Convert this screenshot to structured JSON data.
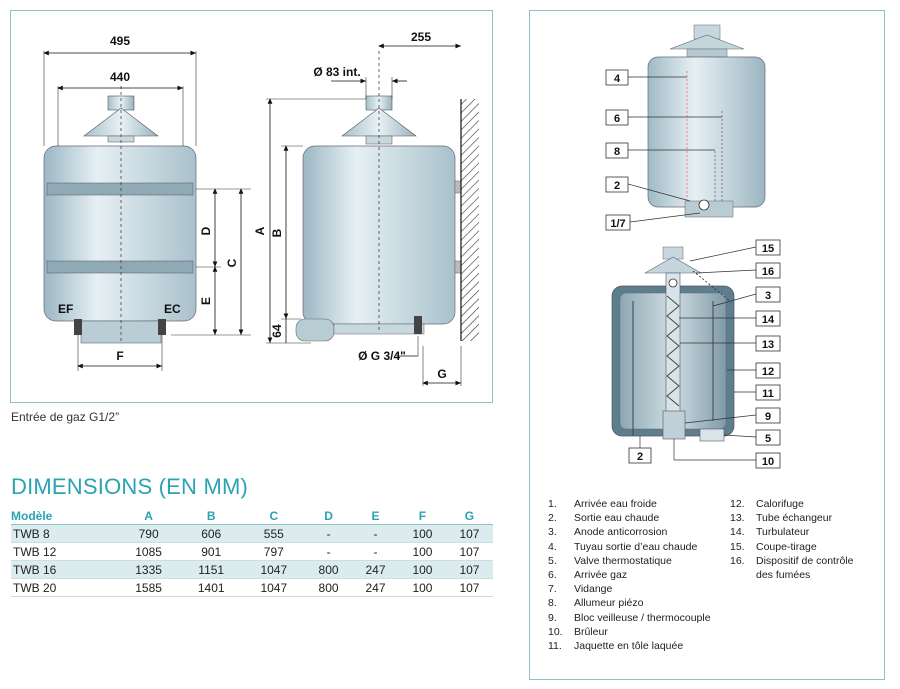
{
  "left_diagram": {
    "dims": {
      "w495": "495",
      "w440": "440",
      "w255": "255",
      "d83": "Ø 83 int.",
      "A": "A",
      "B": "B",
      "C": "C",
      "D": "D",
      "E": "E",
      "F": "F",
      "G": "G",
      "h64": "64",
      "gas": "Ø G 3/4\"",
      "EF": "EF",
      "EC": "EC"
    }
  },
  "gas_note": "Entrée de gaz G1/2”",
  "dimensions": {
    "title": "DIMENSIONS (EN MM)",
    "headers": [
      "Modèle",
      "A",
      "B",
      "C",
      "D",
      "E",
      "F",
      "G"
    ],
    "rows": [
      [
        "TWB 8",
        "790",
        "606",
        "555",
        "-",
        "-",
        "100",
        "107"
      ],
      [
        "TWB 12",
        "1085",
        "901",
        "797",
        "-",
        "-",
        "100",
        "107"
      ],
      [
        "TWB 16",
        "1335",
        "1151",
        "1047",
        "800",
        "247",
        "100",
        "107"
      ],
      [
        "TWB 20",
        "1585",
        "1401",
        "1047",
        "800",
        "247",
        "100",
        "107"
      ]
    ]
  },
  "callouts_top": [
    "4",
    "6",
    "8",
    "2",
    "1/7"
  ],
  "callouts_bottom": [
    "15",
    "16",
    "3",
    "14",
    "13",
    "12",
    "11",
    "9",
    "5",
    "10",
    "2"
  ],
  "legend_left": [
    {
      "n": "1.",
      "t": "Arrivée eau froide"
    },
    {
      "n": "2.",
      "t": "Sortie eau chaude"
    },
    {
      "n": "3.",
      "t": "Anode anticorrosion"
    },
    {
      "n": "4.",
      "t": "Tuyau sortie d’eau chaude"
    },
    {
      "n": "5.",
      "t": "Valve thermostatique"
    },
    {
      "n": "6.",
      "t": "Arrivée gaz"
    },
    {
      "n": "7.",
      "t": "Vidange"
    },
    {
      "n": "8.",
      "t": "Allumeur piézo"
    },
    {
      "n": "9.",
      "t": "Bloc veilleuse / thermocouple"
    },
    {
      "n": "10.",
      "t": "Brûleur"
    },
    {
      "n": "11.",
      "t": "Jaquette en tôle laquée"
    }
  ],
  "legend_right": [
    {
      "n": "12.",
      "t": "Calorifuge"
    },
    {
      "n": "13.",
      "t": "Tube échangeur"
    },
    {
      "n": "14.",
      "t": "Turbulateur"
    },
    {
      "n": "15.",
      "t": "Coupe-tirage"
    },
    {
      "n": "16.",
      "t": "Dispositif de contrôle"
    },
    {
      "n": "",
      "t": "des fumées"
    }
  ]
}
